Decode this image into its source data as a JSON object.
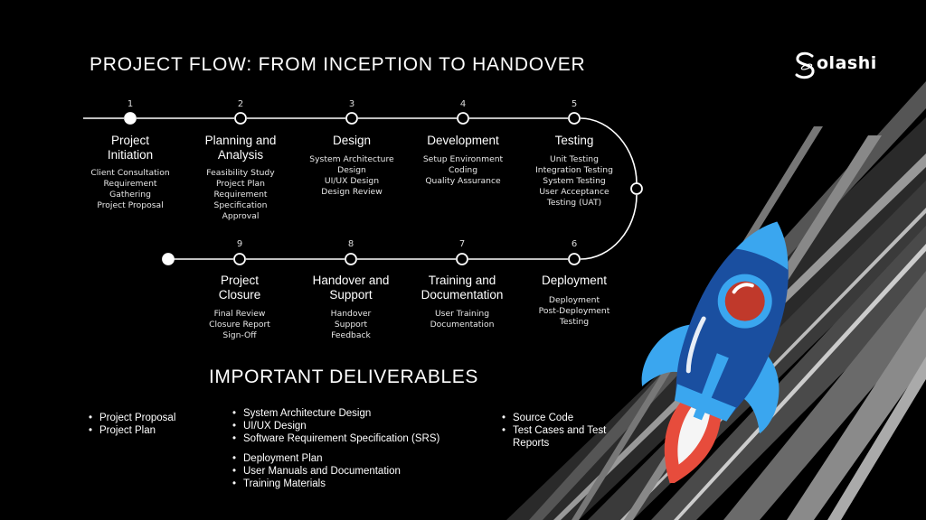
{
  "title": "PROJECT FLOW: FROM INCEPTION TO HANDOVER",
  "brand": {
    "name": "olashi",
    "initial": "S"
  },
  "steps": [
    {
      "number": "1",
      "name": [
        "Project",
        "Initiation"
      ],
      "items": [
        "Client Consultation",
        "Requirement",
        "Gathering",
        "Project Proposal"
      ]
    },
    {
      "number": "2",
      "name": [
        "Planning and",
        "Analysis"
      ],
      "items": [
        "Feasibility Study",
        "Project Plan",
        "Requirement",
        "Specification",
        "Approval"
      ]
    },
    {
      "number": "3",
      "name": [
        "Design"
      ],
      "items": [
        "System Architecture",
        "Design",
        "UI/UX Design",
        "Design Review"
      ]
    },
    {
      "number": "4",
      "name": [
        "Development"
      ],
      "items": [
        "Setup Environment",
        "Coding",
        "Quality Assurance"
      ]
    },
    {
      "number": "5",
      "name": [
        "Testing"
      ],
      "items": [
        "Unit Testing",
        "Integration Testing",
        "System Testing",
        "User Acceptance",
        "Testing (UAT)"
      ]
    },
    {
      "number": "6",
      "name": [
        "Deployment"
      ],
      "items": [
        "Deployment",
        "Post-Deployment",
        "Testing"
      ]
    },
    {
      "number": "7",
      "name": [
        "Training and",
        "Documentation"
      ],
      "items": [
        "User Training",
        "Documentation"
      ]
    },
    {
      "number": "8",
      "name": [
        "Handover and",
        "Support"
      ],
      "items": [
        "Handover",
        "Support",
        "Feedback"
      ]
    },
    {
      "number": "9",
      "name": [
        "Project",
        "Closure"
      ],
      "items": [
        "Final Review",
        "Closure Report",
        "Sign-Off"
      ]
    }
  ],
  "deliverables": {
    "title": "IMPORTANT DELIVERABLES",
    "columns": [
      [
        "Project Proposal",
        "Project Plan"
      ],
      [
        "System Architecture Design",
        "UI/UX Design",
        "Software Requirement Specification (SRS)"
      ],
      [
        "Deployment Plan",
        "User Manuals and Documentation",
        "Training Materials"
      ],
      [
        "Source Code",
        "Test Cases and Test",
        "Reports"
      ]
    ]
  },
  "colors": {
    "background": "#000000",
    "line": "#ffffff",
    "rocket_body": "#1a4fa0",
    "rocket_fin": "#3aa6ef",
    "rocket_window": "#c0392b",
    "flame": "#e74c3c"
  }
}
